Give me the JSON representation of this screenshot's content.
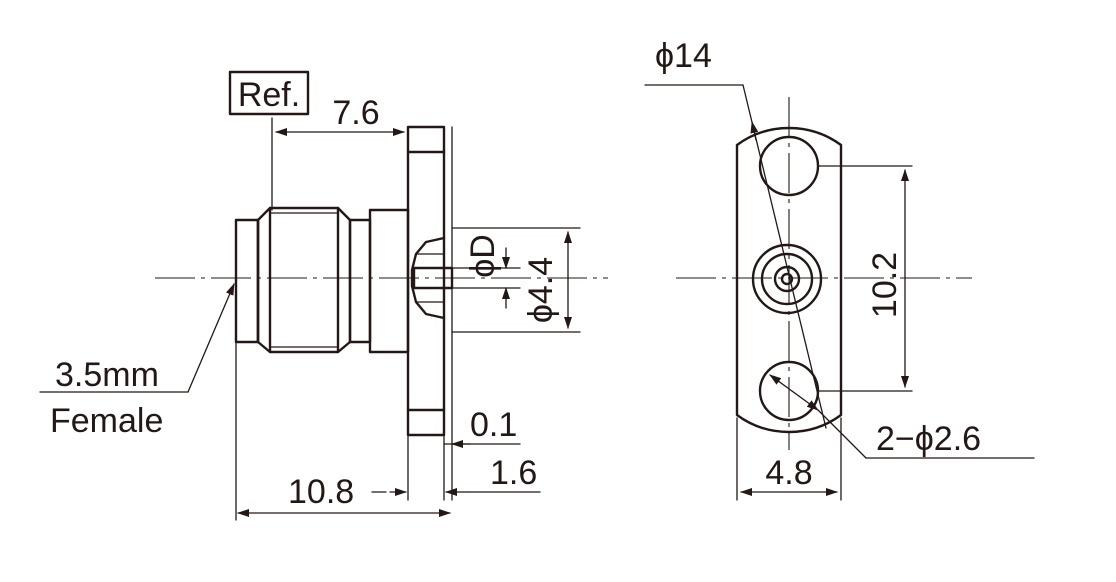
{
  "labels": {
    "ref": "Ref.",
    "ref_length": "7.6",
    "phi_d": "ϕD",
    "phi_4_4": "ϕ4.4",
    "connector_type": "3.5mm",
    "gender": "Female",
    "gap": "0.1",
    "flange_thickness": "1.6",
    "overall_length": "10.8",
    "flange_diameter": "ϕ14",
    "hole_spacing": "10.2",
    "holes": "2−ϕ2.6",
    "flange_width": "4.8"
  }
}
